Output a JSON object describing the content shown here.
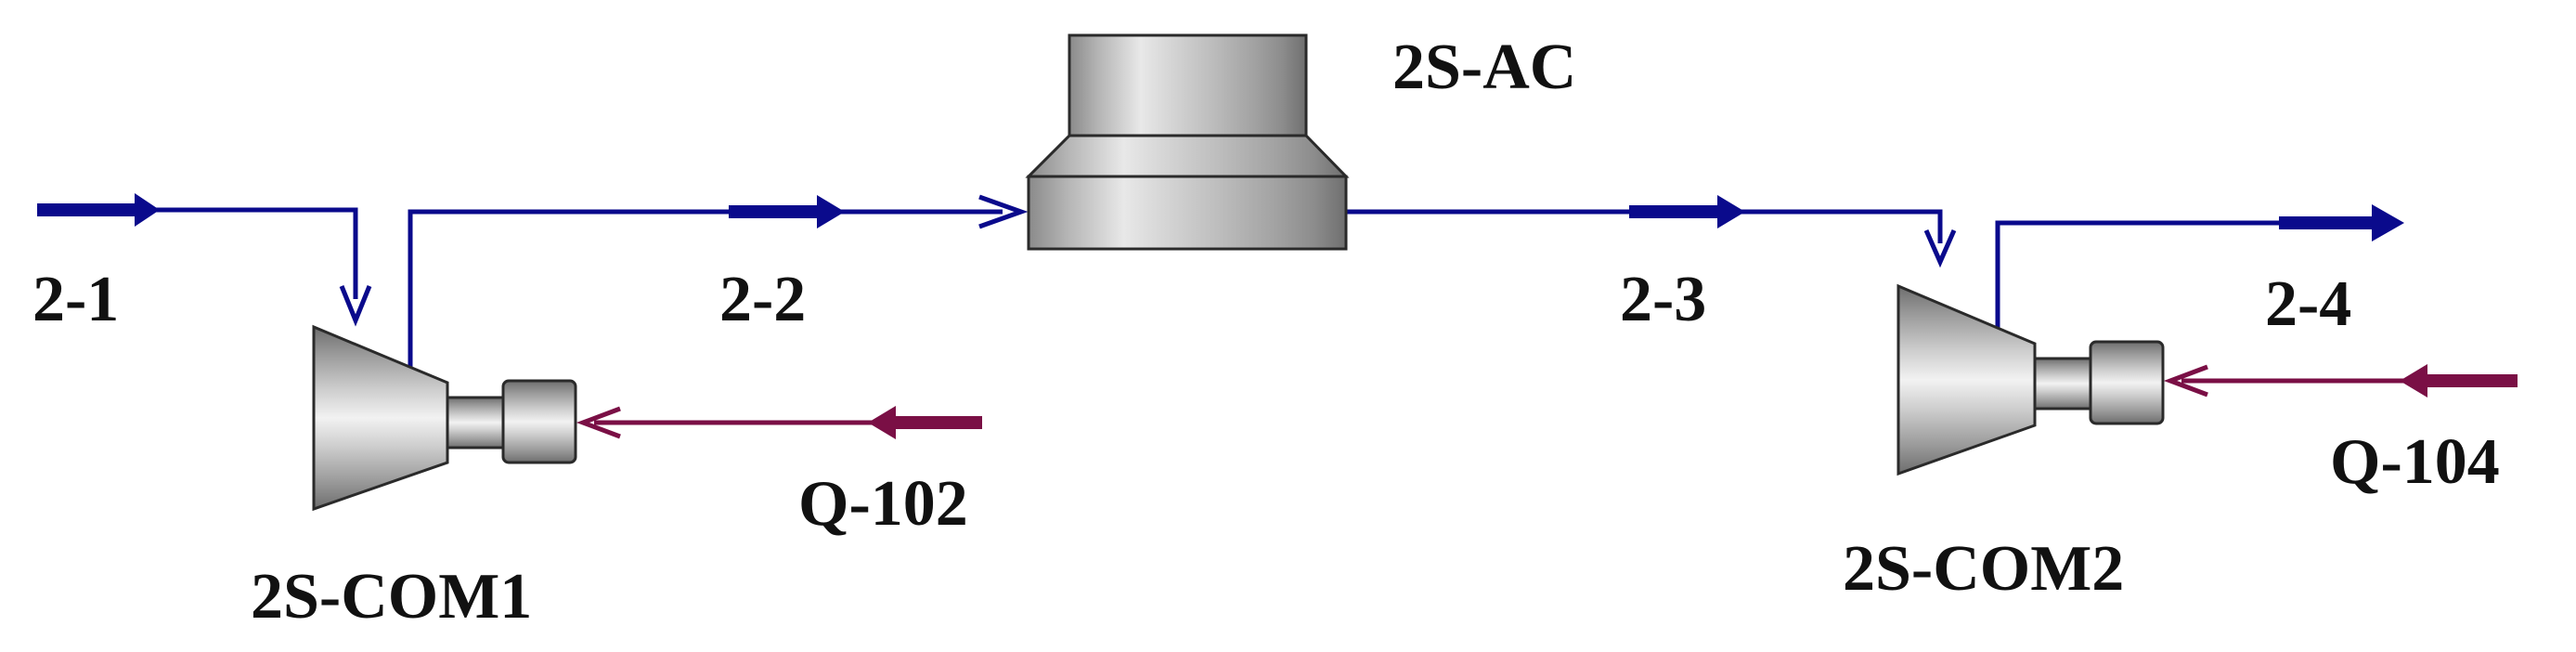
{
  "labels": {
    "stream_2_1": "2-1",
    "stream_2_2": "2-2",
    "stream_2_3": "2-3",
    "stream_2_4": "2-4",
    "heat_q102": "Q-102",
    "heat_q104": "Q-104",
    "unit_air_cooler": "2S-AC",
    "unit_compressor_1": "2S-COM1",
    "unit_compressor_2": "2S-COM2"
  },
  "colors": {
    "material_stream": "#0a0a8c",
    "heat_stream": "#7a0f45",
    "label_text": "#111111"
  }
}
